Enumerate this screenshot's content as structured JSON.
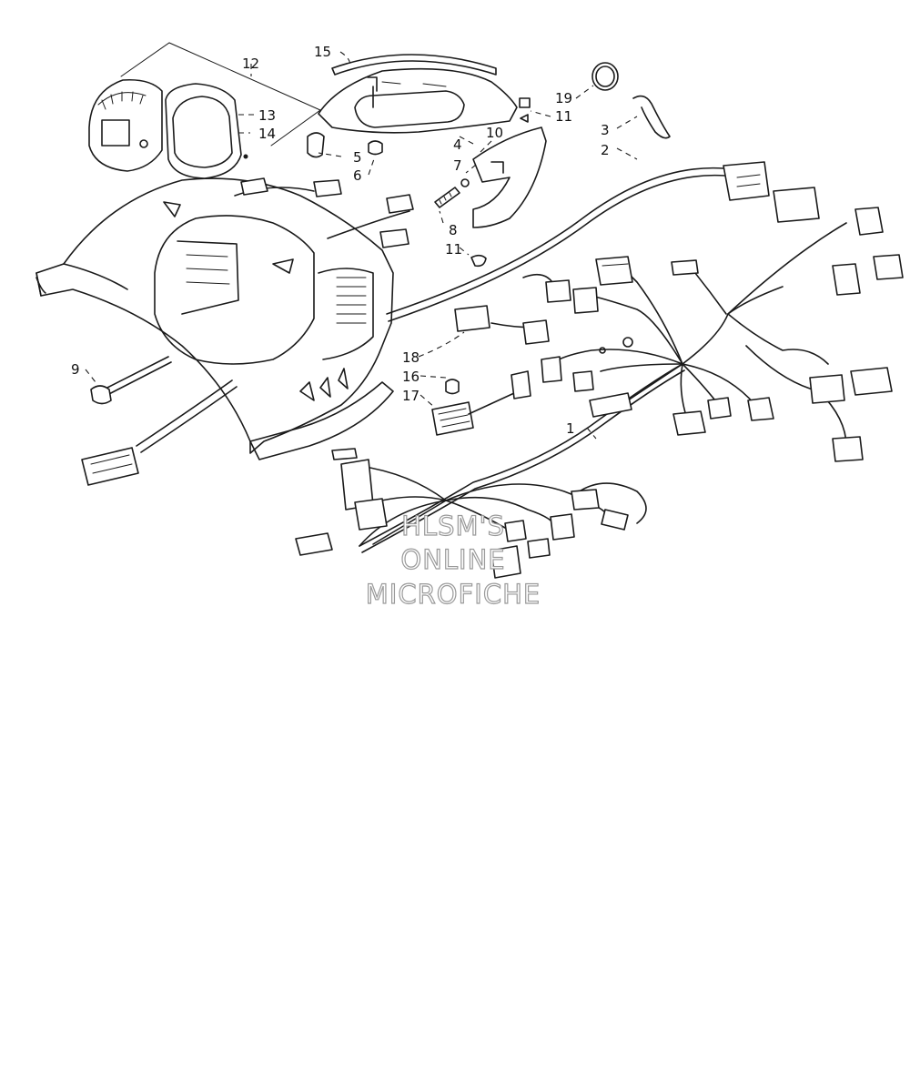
{
  "callouts": {
    "c1": "1",
    "c2": "2",
    "c3": "3",
    "c4": "4",
    "c5": "5",
    "c6": "6",
    "c7": "7",
    "c8": "8",
    "c9": "9",
    "c10": "10",
    "c11a": "11",
    "c11b": "11",
    "c12": "12",
    "c13": "13",
    "c14": "14",
    "c15": "15",
    "c16": "16",
    "c17": "17",
    "c18": "18",
    "c19": "19"
  },
  "watermark": {
    "line1": "HLSM'S",
    "line2": "ONLINE",
    "line3": "MICROFICHE"
  }
}
